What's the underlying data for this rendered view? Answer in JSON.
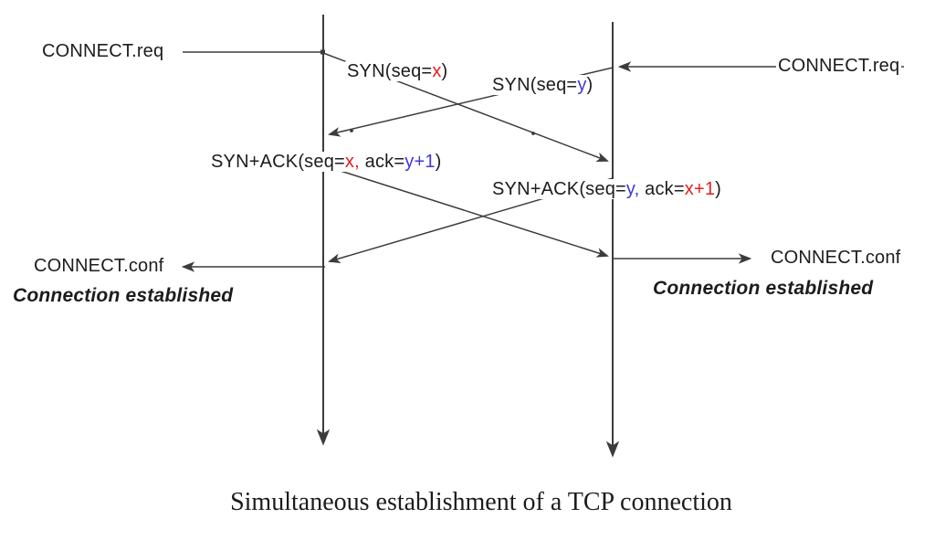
{
  "colors": {
    "bg": "#ffffff",
    "ink": "#1c1c1c",
    "line": "#3c3c3c",
    "x_color": "#e31d1d",
    "y_color": "#4237d8"
  },
  "caption": "Simultaneous establishment of a TCP connection",
  "left_host": {
    "connect_req": "CONNECT.req",
    "connect_conf": "CONNECT.conf",
    "established": "Connection established"
  },
  "right_host": {
    "connect_req": "CONNECT.req",
    "connect_conf": "CONNECT.conf",
    "established": "Connection established"
  },
  "messages": {
    "syn_left": {
      "pre": "SYN(seq=",
      "var": "x",
      "post": ")"
    },
    "syn_right": {
      "pre": "SYN(seq=",
      "var": "y",
      "post": ")"
    },
    "synack_left": {
      "pre": "SYN+ACK(seq=",
      "seq_var": "x,",
      "mid": " ack=",
      "ack_var": "y+1",
      "post": ")"
    },
    "synack_right": {
      "pre": "SYN+ACK(seq=",
      "seq_var": "y,",
      "mid": " ack=",
      "ack_var": "x+1",
      "post": ")"
    }
  }
}
